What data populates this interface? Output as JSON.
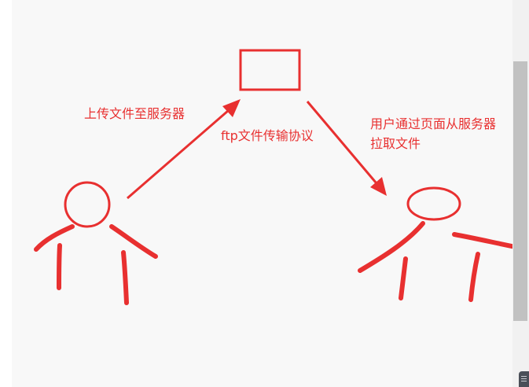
{
  "diagram": {
    "upload_label": "上传文件至服务器",
    "protocol_label": "ftp文件传输协议",
    "download_label_line1": "用户通过页面从服务器",
    "download_label_line2": "拉取文件",
    "ink_color": "#e83030",
    "entities": [
      "server-box",
      "uploader-stick-figure",
      "downloader-stick-figure"
    ],
    "connections": [
      {
        "from": "uploader-stick-figure",
        "to": "server-box",
        "label": "上传文件至服务器"
      },
      {
        "from": "server-box",
        "to": "downloader-stick-figure",
        "label": "用户通过页面从服务器 拉取文件"
      }
    ]
  }
}
